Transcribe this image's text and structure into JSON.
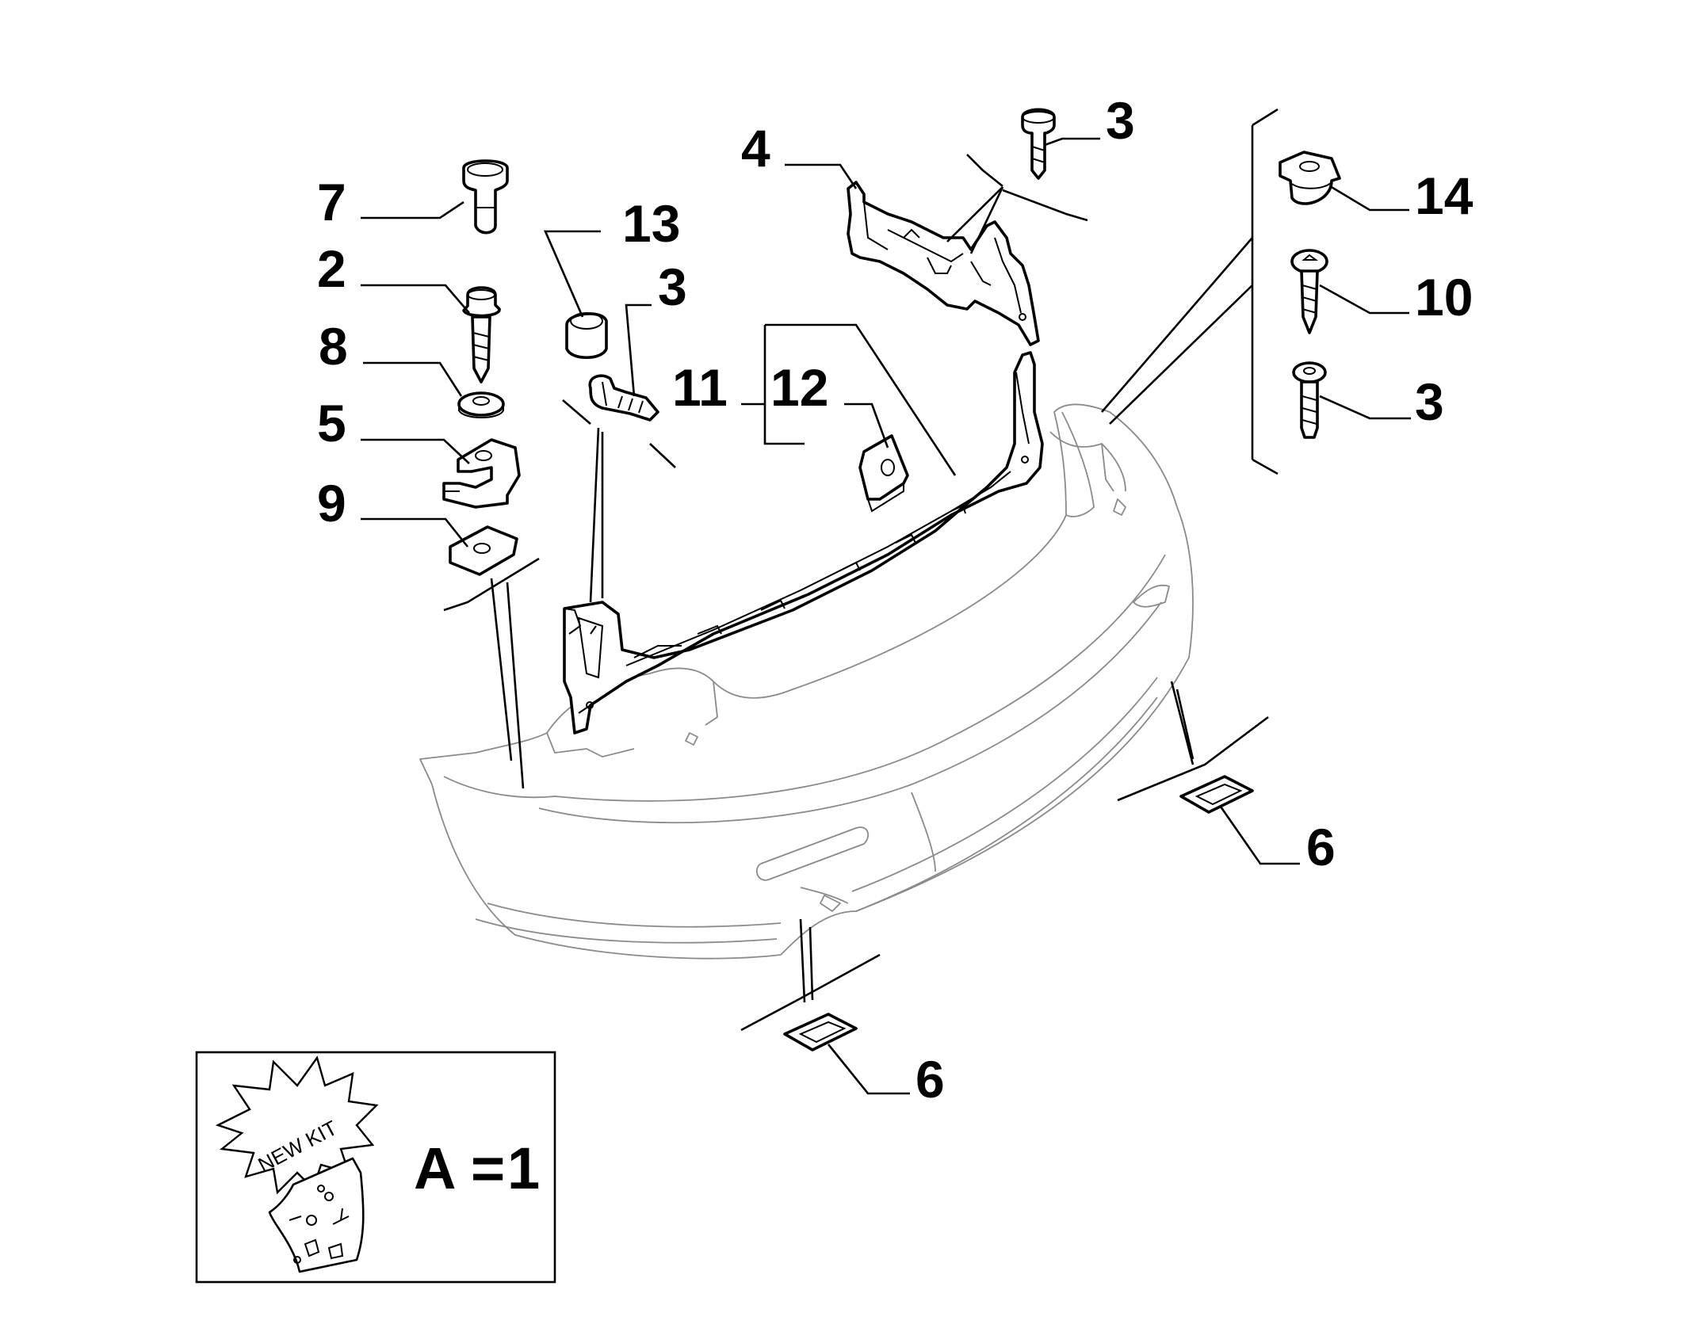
{
  "callouts": [
    {
      "id": "c7",
      "label": "7"
    },
    {
      "id": "c2",
      "label": "2"
    },
    {
      "id": "c8",
      "label": "8"
    },
    {
      "id": "c5",
      "label": "5"
    },
    {
      "id": "c9",
      "label": "9"
    },
    {
      "id": "c13",
      "label": "13"
    },
    {
      "id": "c3a",
      "label": "3"
    },
    {
      "id": "c11",
      "label": "11"
    },
    {
      "id": "c12",
      "label": "12"
    },
    {
      "id": "c4",
      "label": "4"
    },
    {
      "id": "c3b",
      "label": "3"
    },
    {
      "id": "c14",
      "label": "14"
    },
    {
      "id": "c10",
      "label": "10"
    },
    {
      "id": "c3c",
      "label": "3"
    },
    {
      "id": "c6a",
      "label": "6"
    },
    {
      "id": "c6b",
      "label": "6"
    }
  ],
  "kit": {
    "burst_label": "NEW KIT",
    "letter": "A",
    "equals": "=",
    "number": "1"
  },
  "colors": {
    "line": "#000000",
    "ghost_part": "#8a8a8a",
    "background": "#ffffff"
  }
}
